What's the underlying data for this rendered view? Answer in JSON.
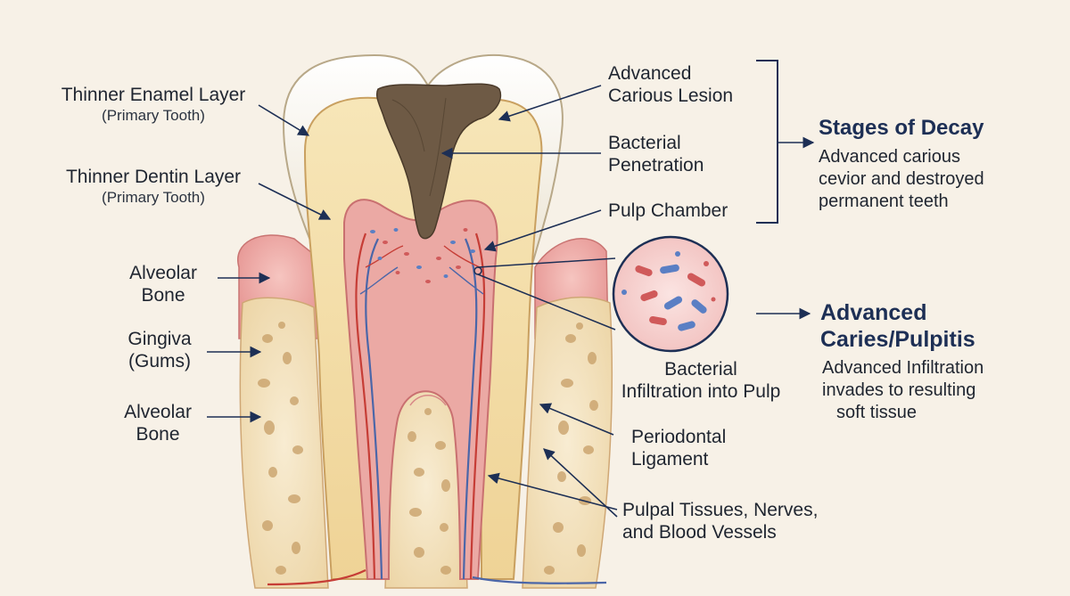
{
  "labels": {
    "enamel": {
      "title": "Thinner Enamel Layer",
      "sub": "(Primary Tooth)"
    },
    "dentin": {
      "title": "Thinner Dentin Layer",
      "sub": "(Primary Tooth)"
    },
    "alveolar_bone_top": {
      "line1": "Alveolar",
      "line2": "Bone"
    },
    "gingiva": {
      "line1": "Gingiva",
      "line2": "(Gums)"
    },
    "alveolar_bone_bottom": {
      "line1": "Alveolar",
      "line2": "Bone"
    },
    "lesion": {
      "line1": "Advanced",
      "line2": "Carious Lesion"
    },
    "penetration": {
      "line1": "Bacterial",
      "line2": "Penetration"
    },
    "pulp_chamber": "Pulp Chamber",
    "infiltration": {
      "line1": "Bacterial",
      "line2": "Infiltration into Pulp"
    },
    "periodontal": {
      "line1": "Periodontal",
      "line2": "Ligament"
    },
    "pulpal": {
      "line1": "Pulpal Tissues, Nerves,",
      "line2": "and Blood Vessels"
    }
  },
  "stages": {
    "heading": "Stages of Decay",
    "line1": "Advanced carious",
    "line2": "cevior and destroyed",
    "line3": "permanent teeth"
  },
  "caries": {
    "heading1": "Advanced",
    "heading2": "Caries/Pulpitis",
    "line1": "Advanced Infiltration",
    "line2": "invades to resulting",
    "line3": "soft tissue"
  },
  "colors": {
    "background": "#f7f1e7",
    "enamel": "#f4f0e6",
    "dentin": "#f3dca4",
    "pulp": "#e9a09a",
    "decay": "#6e5a45",
    "gum": "#eaa2a0",
    "bone": "#f2e2bf",
    "vessel_red": "#c63d36",
    "vessel_blue": "#4b66a8",
    "heading": "#1d2f55"
  }
}
